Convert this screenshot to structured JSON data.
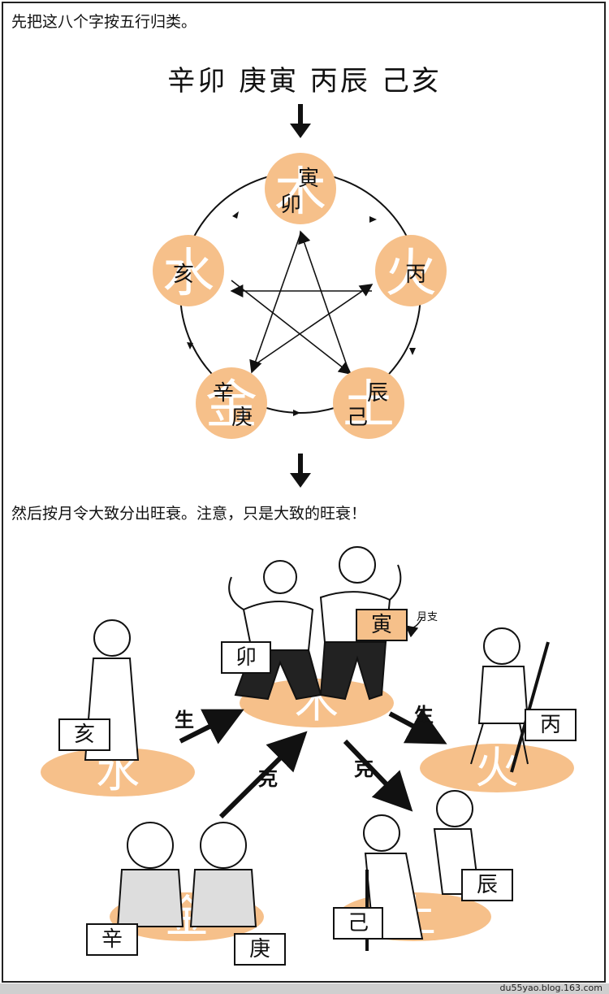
{
  "intro": "先把这八个字按五行归类。",
  "eight_chars": "辛卯 庚寅 丙辰 己亥",
  "wheel": {
    "wood": {
      "element": "木",
      "chars": [
        "寅",
        "卯"
      ]
    },
    "fire": {
      "element": "火",
      "chars": [
        "丙"
      ]
    },
    "earth": {
      "element": "土",
      "chars": [
        "辰",
        "己"
      ]
    },
    "metal": {
      "element": "金",
      "chars": [
        "辛",
        "庚"
      ]
    },
    "water": {
      "element": "水",
      "chars": [
        "亥"
      ]
    }
  },
  "second_text": "然后按月令大致分出旺衰。注意，只是大致的旺衰！",
  "scene": {
    "labels": {
      "mao": "卯",
      "yin": "寅",
      "hai": "亥",
      "bing": "丙",
      "xin": "辛",
      "geng": "庚",
      "ji": "己",
      "chen": "辰"
    },
    "month_branch_note": "月支",
    "relations": {
      "sheng_left": "生",
      "sheng_right": "生",
      "ke_left": "克",
      "ke_right": "克"
    }
  },
  "colors": {
    "accent": "#f6c08a",
    "element_glyph": "#ffffff",
    "ink": "#111111"
  },
  "footer": "du55yao.blog.163.com"
}
